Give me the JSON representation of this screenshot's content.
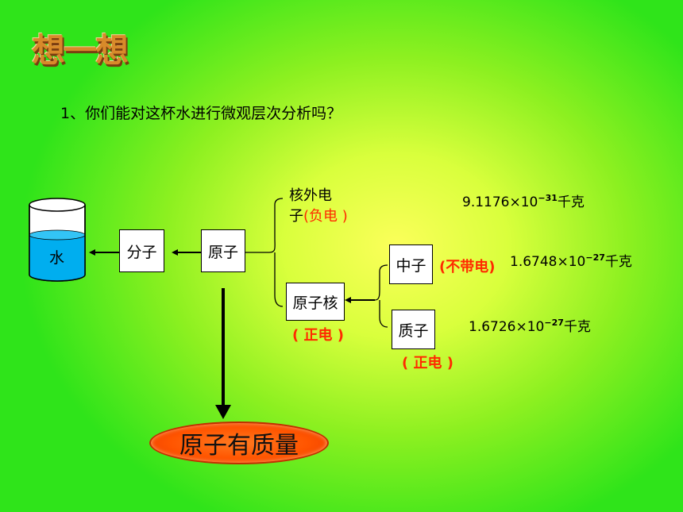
{
  "title": "想一想",
  "question": "1、你们能对这杯水进行微观层次分析吗？",
  "water": "水",
  "molecule": "分子",
  "atom": "原子",
  "electron": {
    "line1": "核外电",
    "line2": "子",
    "charge": "(负电 )"
  },
  "nucleus": {
    "label": "原子核",
    "charge": "( 正电 )"
  },
  "neutron": {
    "label": "中子",
    "charge": "(不带电)"
  },
  "proton": {
    "label": "质子",
    "charge": "( 正电 )"
  },
  "masses": {
    "electron": {
      "base": "9.1176×10",
      "exp": "−31",
      "unit": "千克"
    },
    "neutron": {
      "base": "1.6748×10",
      "exp": "−27",
      "unit": "千克"
    },
    "proton": {
      "base": "1.6726×10",
      "exp": "−27",
      "unit": "千克"
    }
  },
  "conclusion": "原子有质量"
}
